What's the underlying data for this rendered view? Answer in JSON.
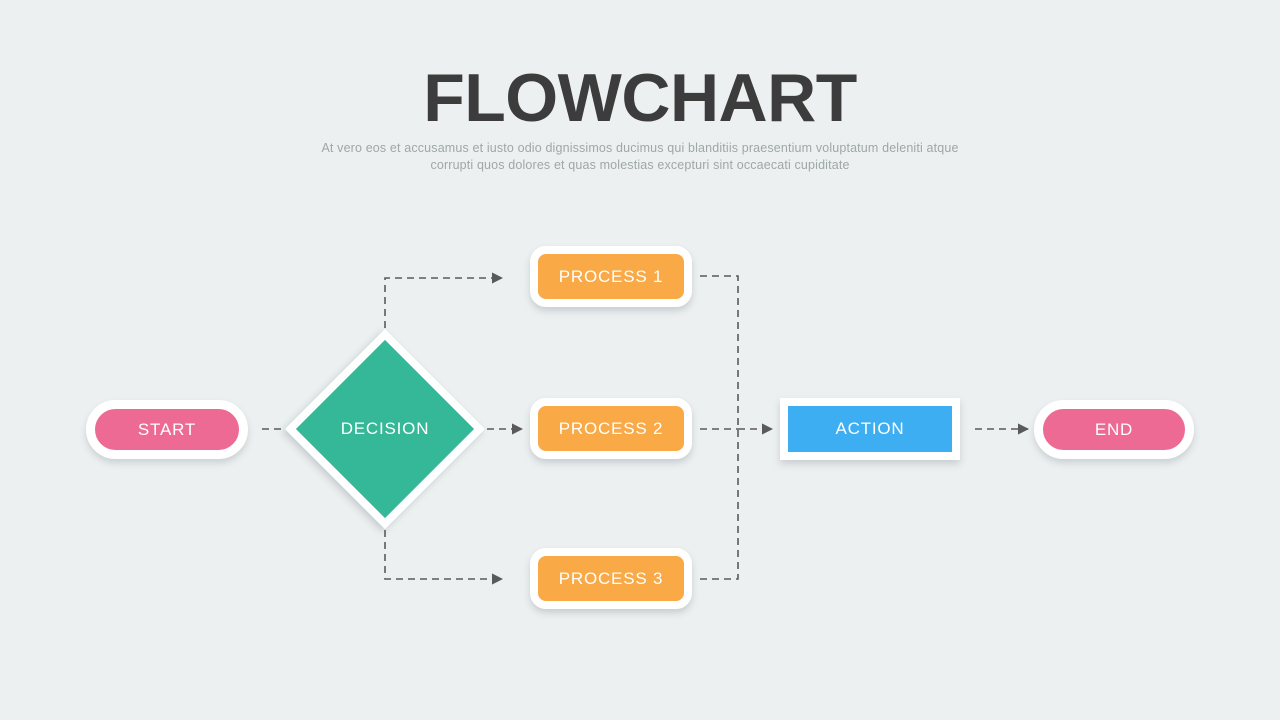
{
  "header": {
    "title": "FLOWCHART",
    "subtitle": "At vero eos et accusamus et iusto odio dignissimos ducimus qui blanditiis praesentium voluptatum deleniti atque corrupti quos dolores et quas molestias excepturi sint occaecati cupiditate"
  },
  "colors": {
    "background": "#ecf0f1",
    "title_text": "#3c3c3c",
    "subtitle_text": "#9ea7a9",
    "terminator_pink": "#ec6a93",
    "decision_teal": "#35b897",
    "process_orange": "#f9a945",
    "action_blue": "#3daef2",
    "node_border": "#ffffff",
    "connector": "#5a5a5a"
  },
  "nodes": {
    "start": {
      "label": "START",
      "shape": "pill"
    },
    "decision": {
      "label": "DECISION",
      "shape": "diamond"
    },
    "process1": {
      "label": "PROCESS 1",
      "shape": "rounded-rect"
    },
    "process2": {
      "label": "PROCESS 2",
      "shape": "rounded-rect"
    },
    "process3": {
      "label": "PROCESS 3",
      "shape": "rounded-rect"
    },
    "action": {
      "label": "ACTION",
      "shape": "rect"
    },
    "end": {
      "label": "END",
      "shape": "pill"
    }
  }
}
